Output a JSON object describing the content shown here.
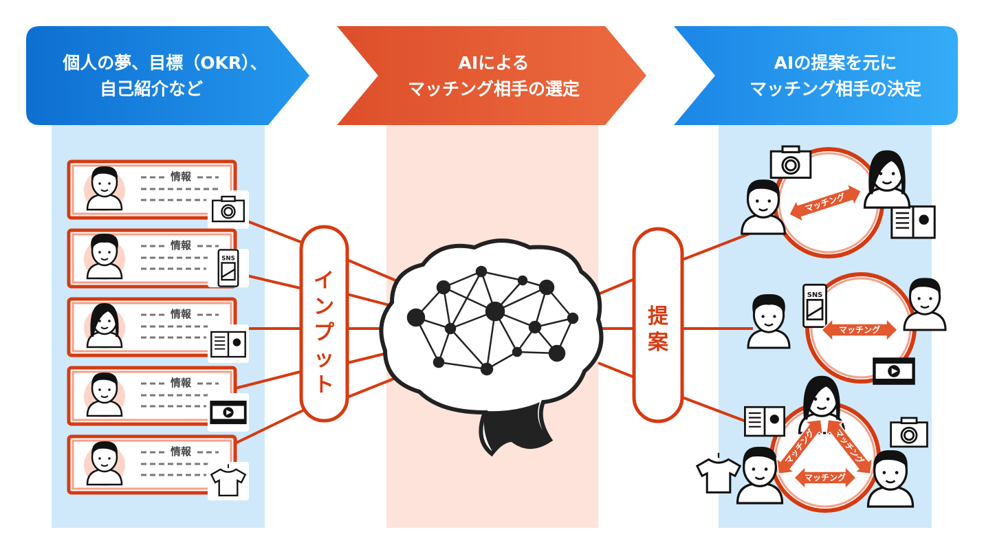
{
  "headers": [
    {
      "line1": "個人の夢、目標（OKR）、",
      "line2": "自己紹介など"
    },
    {
      "line1": "AIによる",
      "line2": "マッチング相手の選定"
    },
    {
      "line1": "AIの提案を元に",
      "line2": "マッチング相手の決定"
    }
  ],
  "cards": [
    {
      "label": "情報",
      "icon": "camera-icon"
    },
    {
      "label": "情報",
      "icon": "sns-phone-icon"
    },
    {
      "label": "情報",
      "icon": "magazine-icon"
    },
    {
      "label": "情報",
      "icon": "video-icon"
    },
    {
      "label": "情報",
      "icon": "shirt-icon"
    }
  ],
  "input_label": [
    "イ",
    "ン",
    "プ",
    "ッ",
    "ト"
  ],
  "proposal_label": [
    "提",
    "案"
  ],
  "sns_text": "SNS",
  "matching_label": "マッチング",
  "colors": {
    "blue": "#1a84e0",
    "orange": "#e2582f",
    "red": "#d63a10",
    "light_blue": "#cfe9fb",
    "peach": "#fde3da"
  }
}
